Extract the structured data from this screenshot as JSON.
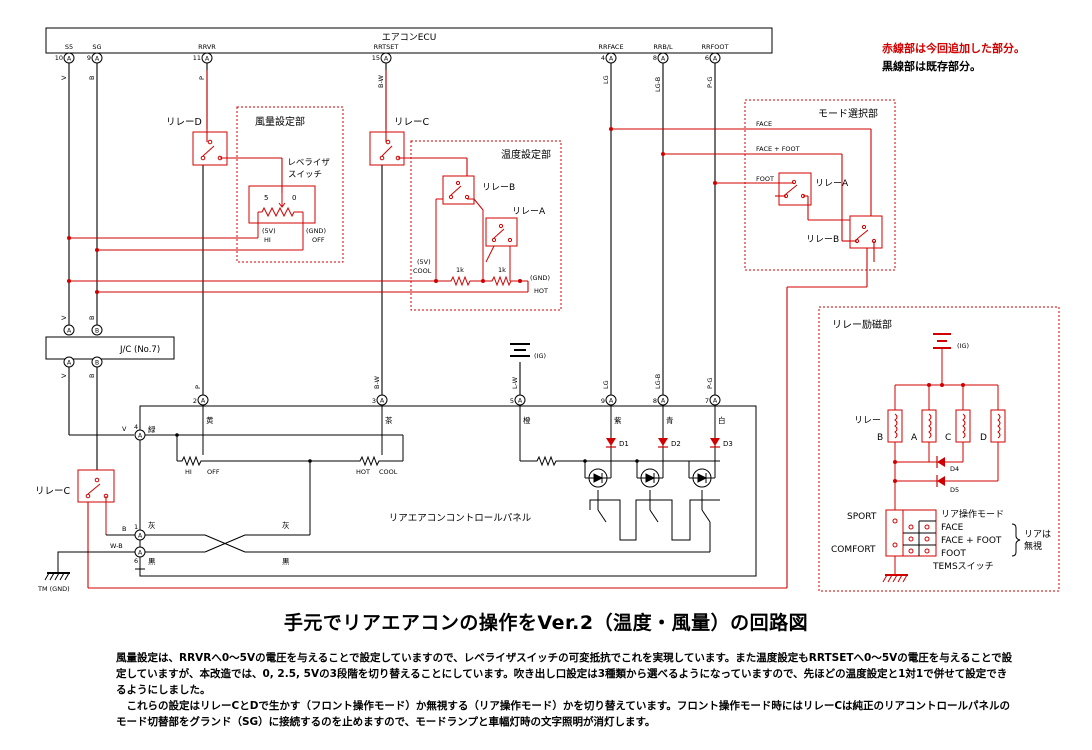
{
  "ecu": {
    "title": "エアコンECU",
    "pins": [
      {
        "name": "S5",
        "num": "10",
        "wire": "V"
      },
      {
        "name": "SG",
        "num": "9",
        "wire": "B"
      },
      {
        "name": "RRVR",
        "num": "11",
        "wire": "P"
      },
      {
        "name": "RRTSET",
        "num": "15",
        "wire": "B-W"
      },
      {
        "name": "RRFACE",
        "num": "4",
        "wire": "LG"
      },
      {
        "name": "RRB/L",
        "num": "8",
        "wire": "LG-B"
      },
      {
        "name": "RRFOOT",
        "num": "6",
        "wire": "P-G"
      }
    ]
  },
  "legend": {
    "red_note": "赤線部は今回追加した部分。",
    "black_note": "黒線部は既存部分。"
  },
  "fan_section": {
    "title": "風量設定部",
    "relay": "リレーD",
    "switch_label": "レベライザ\nスイッチ",
    "tick_5": "5",
    "tick_0": "0",
    "v5": "(5V)",
    "hi": "HI",
    "gnd": "(GND)",
    "off": "OFF"
  },
  "temp_section": {
    "title": "温度設定部",
    "relay_c": "リレーC",
    "relay_b": "リレーB",
    "relay_a": "リレーA",
    "v5": "(5V)",
    "cool": "COOL",
    "r1": "1k",
    "r2": "1k",
    "gnd": "(GND)",
    "hot": "HOT"
  },
  "mode_section": {
    "title": "モード選択部",
    "face": "FACE",
    "face_foot": "FACE + FOOT",
    "foot": "FOOT",
    "relay_a": "リレーA",
    "relay_b": "リレーB"
  },
  "jc": {
    "label": "J/C (No.7)",
    "pin_a": "A",
    "pin_b": "B",
    "wire_v": "V",
    "wire_b": "B"
  },
  "panel": {
    "label": "リアエアコンコントロールパネル",
    "pins_top": [
      {
        "num": "2",
        "wire": "P",
        "color": "黄"
      },
      {
        "num": "3",
        "wire": "B-W",
        "color": "茶"
      },
      {
        "num": "5",
        "wire": "L-W",
        "color": "橙"
      },
      {
        "num": "9",
        "wire": "LG",
        "color": "紫"
      },
      {
        "num": "8",
        "wire": "LG-B",
        "color": "青"
      },
      {
        "num": "7",
        "wire": "P-G",
        "color": "白"
      }
    ],
    "pin4": {
      "num": "4",
      "wire": "V",
      "color": "緑"
    },
    "pin1": {
      "num": "1",
      "wire": "B",
      "color": "灰"
    },
    "pin6": {
      "num": "6",
      "wire": "W-B",
      "color": "黒"
    },
    "color_gray_right": "灰",
    "color_black_right": "黒",
    "vr1_hi": "HI",
    "vr1_off": "OFF",
    "vr2_hot": "HOT",
    "vr2_cool": "COOL",
    "d1": "D1",
    "d2": "D2",
    "d3": "D3",
    "ig": "(IG)"
  },
  "relay_c_bottom": "リレーC",
  "ground_label": "TM (GND)",
  "excite_section": {
    "title": "リレー励磁部",
    "ig": "(IG)",
    "relay_word": "リレー",
    "coils": [
      "B",
      "A",
      "C",
      "D"
    ],
    "d4": "D4",
    "d5": "D5",
    "sport": "SPORT",
    "comfort": "COMFORT",
    "rear_mode": "リア操作モード",
    "face": "FACE",
    "face_foot": "FACE + FOOT",
    "foot": "FOOT",
    "ignore": "リアは\n無視",
    "tems": "TEMSスイッチ"
  },
  "caption": {
    "title": "手元でリアエアコンの操作をVer.2（温度・風量）の回路図",
    "p1": "風量設定は、RRVRへ0～5Vの電圧を与えることで設定していますので、レベライザスイッチの可変抵抗でこれを実現しています。また温度設定もRRTSETへ0～5Vの電圧を与えることで設定していますが、本改造では、0, 2.5, 5Vの3段階を切り替えることにしています。吹き出し口設定は3種類から選べるようになっていますので、先ほどの温度設定と1対1で併せて設定できるようにしました。",
    "p2": "これらの設定はリレーCとDで生かす（フロント操作モード）か無視する（リア操作モード）かを切り替えています。フロント操作モード時にはリレーCは純正のリアコントロールパネルのモード切替部をグランド（SG）に接続するのを止めますので、モードランプと車幅灯時の文字照明が消灯します。"
  }
}
